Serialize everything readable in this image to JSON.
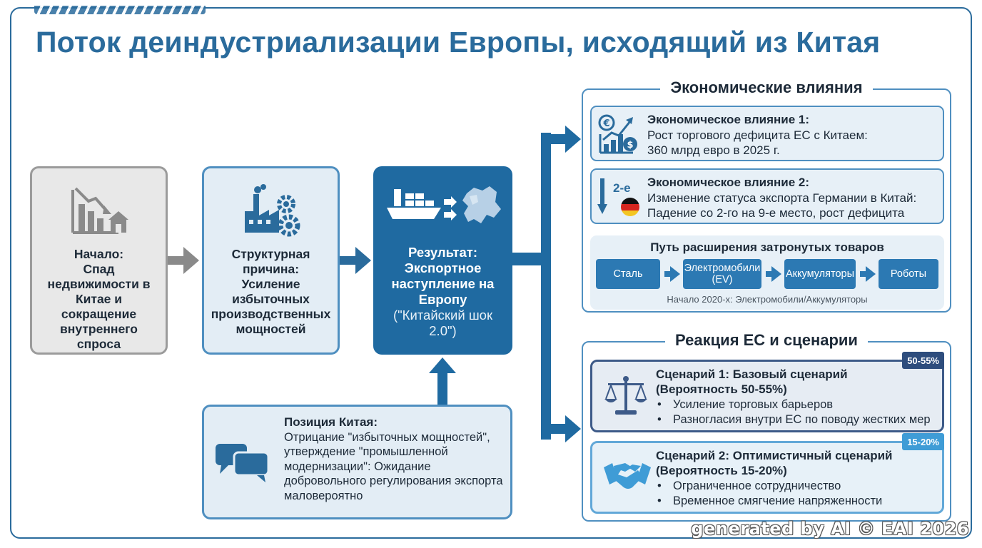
{
  "title": "Поток деиндустриализации Европы, исходящий из Китая",
  "flow": {
    "start": {
      "line1": "Начало:",
      "line2": "Спад недвижимости в Китае и сокращение внутреннего спроса"
    },
    "cause": {
      "line1": "Структурная причина:",
      "line2": "Усиление избыточных производственных мощностей"
    },
    "result": {
      "line1": "Результат: Экспортное наступление на Европу",
      "line2": "(\"Китайский шок 2.0\")"
    },
    "china": {
      "heading": "Позиция Китая:",
      "body": "Отрицание \"избыточных мощностей\", утверждение \"промышленной модернизации\": Ожидание добровольного регулирования экспорта маловероятно"
    }
  },
  "economic": {
    "title": "Экономические влияния",
    "impact1": {
      "heading": "Экономическое влияние 1:",
      "line1": "Рост торгового дефицита ЕС с Китаем:",
      "line2": "360 млрд евро в 2025 г."
    },
    "impact2": {
      "heading": "Экономическое влияние 2:",
      "line1": "Изменение статуса экспорта Германии в Китай:",
      "line2": "Падение со 2-го на 9-е место, рост дефицита",
      "badge": "2-е"
    },
    "path": {
      "title": "Путь расширения затронутых товаров",
      "items": [
        "Сталь",
        "Электромобили (EV)",
        "Аккумуляторы",
        "Роботы"
      ],
      "note": "Начало 2020-х: Электромобили/Аккумуляторы"
    }
  },
  "eu": {
    "title": "Реакция ЕС и сценарии",
    "scenario1": {
      "heading": "Сценарий 1: Базовый сценарий",
      "prob_line": "(Вероятность 50-55%)",
      "badge": "50-55%",
      "bullets": [
        "Усиление торговых барьеров",
        "Разногласия внутри ЕС по поводу жестких мер"
      ]
    },
    "scenario2": {
      "heading": "Сценарий 2: Оптимистичный сценарий",
      "prob_line": "(Вероятность 15-20%)",
      "badge": "15-20%",
      "bullets": [
        "Ограниченное сотрудничество",
        "Временное смягчение напряженности"
      ]
    }
  },
  "watermark": "generated by AI © EAI 2026",
  "colors": {
    "primary": "#2a6b9c",
    "result_fill": "#1f6aa1",
    "grey": "#9b9b9b",
    "chip": "#2c79b3",
    "scenario1": "#3d5a88",
    "scenario2": "#62a8d8"
  }
}
